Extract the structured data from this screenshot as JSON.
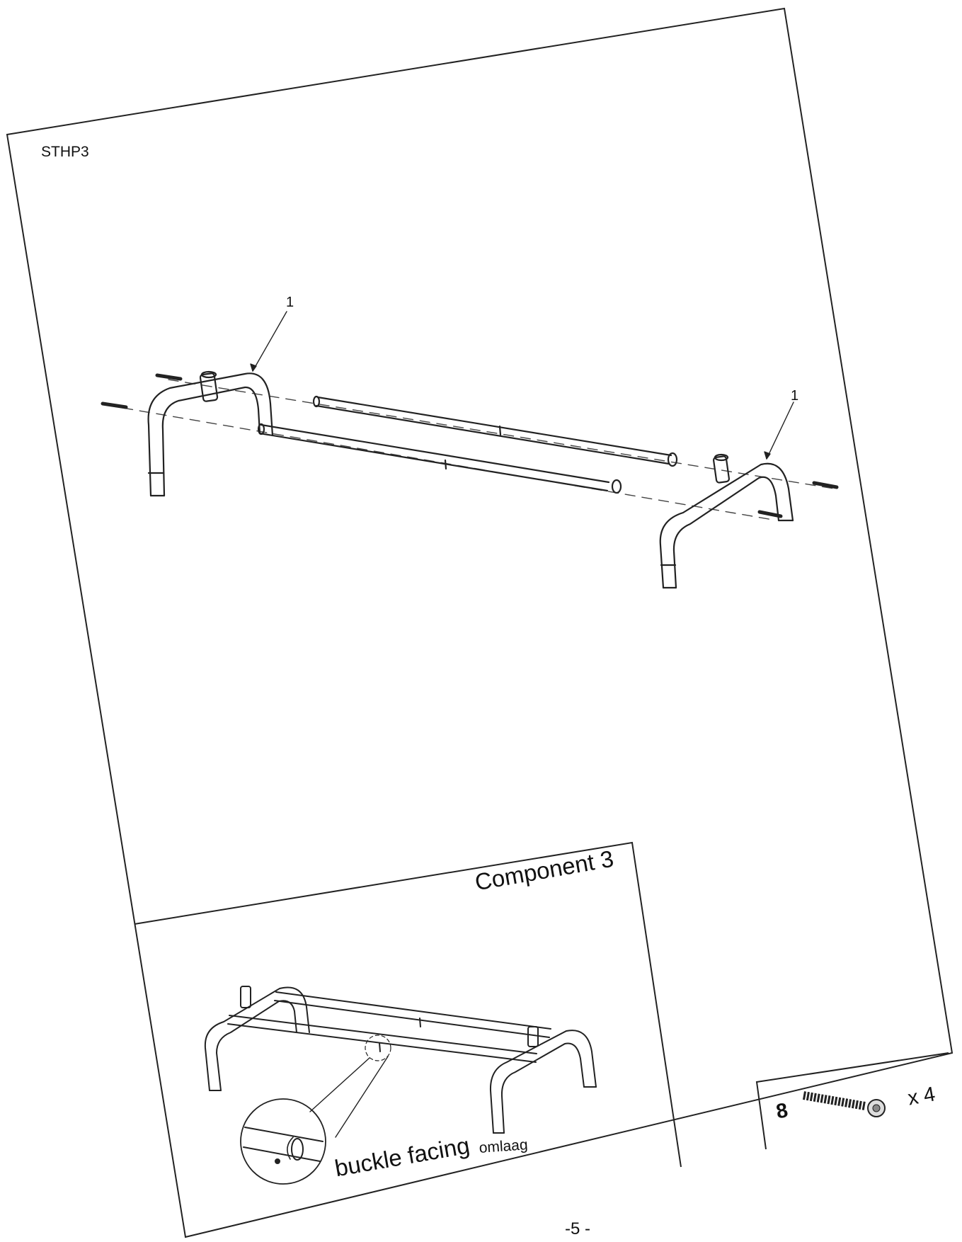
{
  "header": {
    "model_code": "STHP3"
  },
  "callouts": {
    "part_label_left": "1",
    "part_label_right": "1"
  },
  "inset": {
    "title": "Component 3",
    "detail_caption": "buckle facing",
    "detail_overlay": "omlaag"
  },
  "hardware": {
    "part_number": "8",
    "quantity": "x 4",
    "icon": "screw-icon"
  },
  "footer": {
    "page_number": "-5 -"
  }
}
